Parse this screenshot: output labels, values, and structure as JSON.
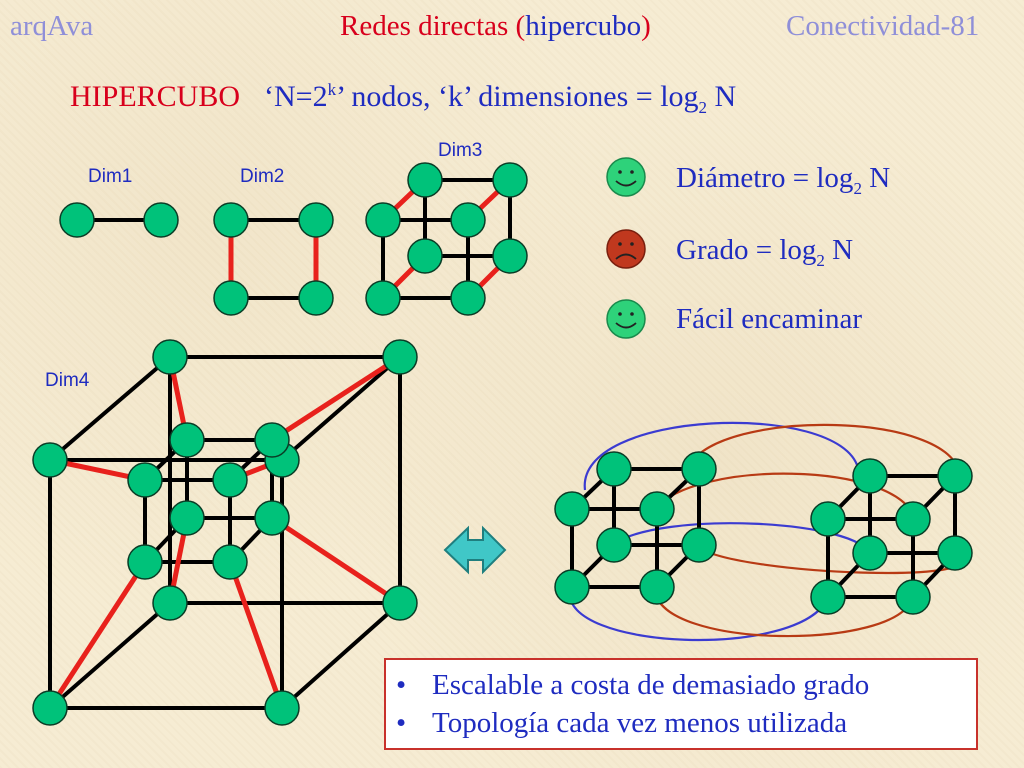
{
  "header": {
    "left": "arqAva",
    "center_part1": "Redes directas (",
    "center_part2": "hipercubo",
    "center_part3": ")",
    "right": "Conectividad-81"
  },
  "subtitle": {
    "label": "HIPERCUBO",
    "formula_a": "‘N=2",
    "formula_sup": "k",
    "formula_b": "’ nodos, ‘k’ dimensiones = log",
    "formula_sub": "2",
    "formula_c": " N"
  },
  "dimensions": {
    "dim1": "Dim1",
    "dim2": "Dim2",
    "dim3": "Dim3",
    "dim4": "Dim4"
  },
  "properties": [
    {
      "pre": "Diámetro = log",
      "sub": "2",
      "post": " N",
      "face": "smile"
    },
    {
      "pre": "Grado = log",
      "sub": "2",
      "post": " N",
      "face": "frown"
    },
    {
      "pre": "Fácil encaminar",
      "sub": "",
      "post": "",
      "face": "smile"
    }
  ],
  "bullets": [
    "Escalable a costa de demasiado grado",
    "Topología cada vez menos utilizada"
  ],
  "colors": {
    "node_fill": "#00c27a",
    "edge": "#000000",
    "dim_edge": "#e8211c",
    "ring_blue": "#3b3bd1",
    "ring_brown": "#b83a14",
    "arrow": "#40c7c7",
    "face_happy": "#2ed27a",
    "face_sad": "#c0381e"
  }
}
